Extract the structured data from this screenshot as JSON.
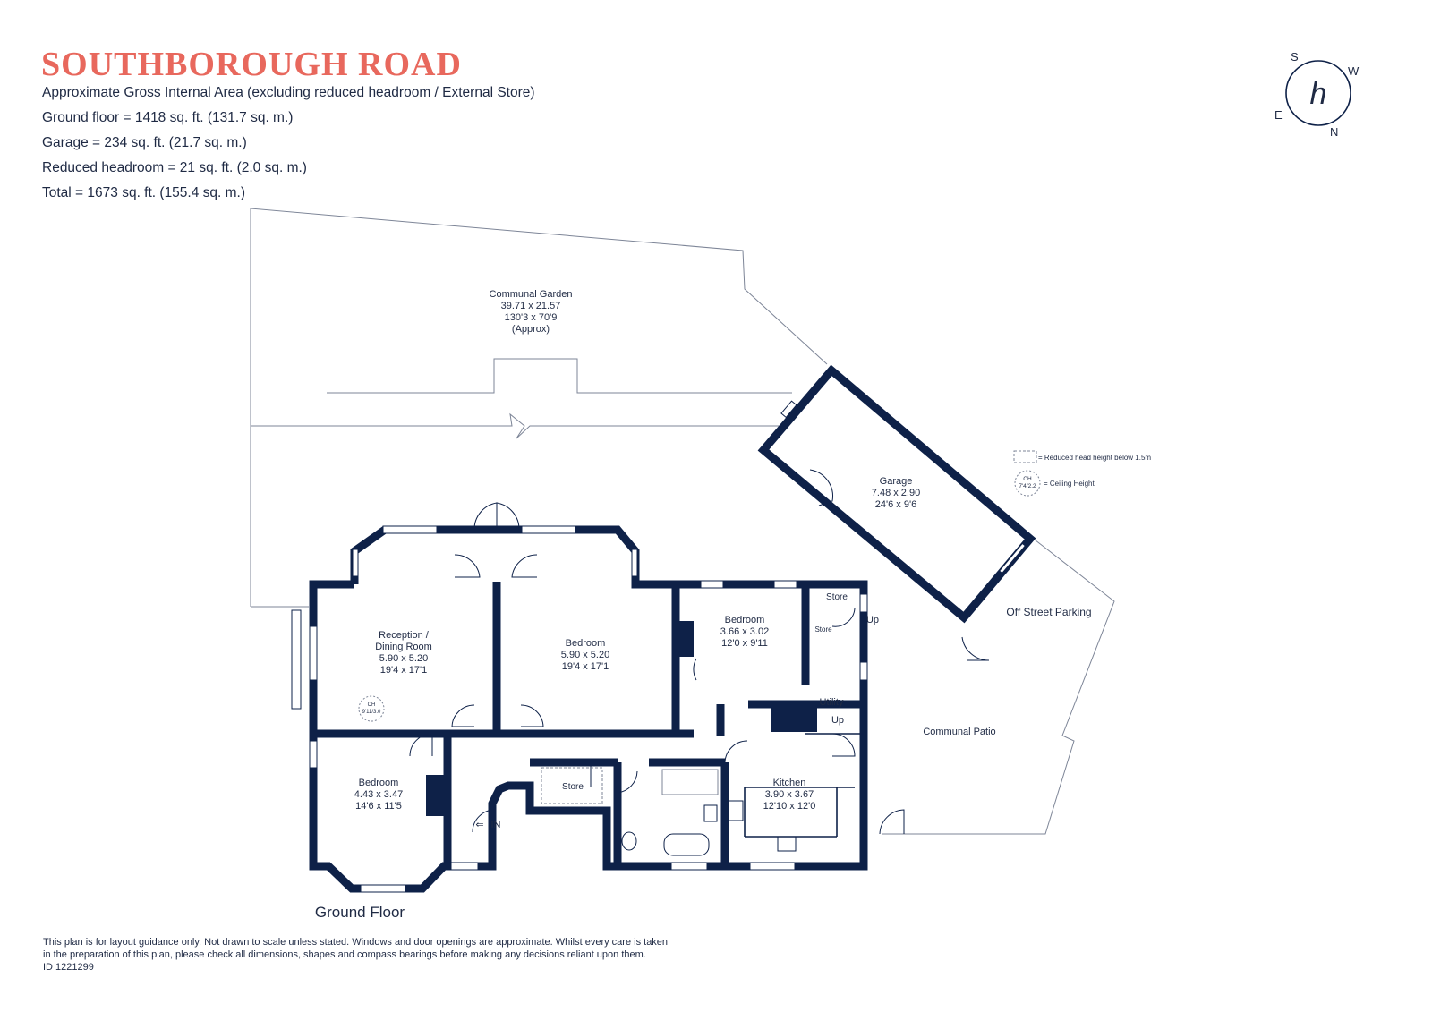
{
  "header": {
    "title": "SOUTHBOROUGH ROAD",
    "area_lines": [
      "Approximate Gross Internal Area (excluding reduced headroom / External Store)",
      "Ground floor = 1418 sq. ft. (131.7 sq. m.)",
      "Garage  = 234 sq. ft. (21.7 sq. m.)",
      "Reduced headroom = 21 sq. ft. (2.0 sq. m.)",
      "Total =  1673 sq. ft. (155.4 sq. m.)"
    ]
  },
  "compass": {
    "letters": [
      "S",
      "W",
      "E",
      "N"
    ],
    "logo_letter": "h"
  },
  "legend": {
    "reduced": "= Reduced head height below 1.5m",
    "ch_symbol": [
      "CH",
      "7'4/2.2"
    ],
    "ceiling": "= Ceiling Height"
  },
  "rooms": {
    "garden": [
      "Communal Garden",
      "39.71 x 21.57",
      "130'3 x 70'9",
      "(Approx)"
    ],
    "garage": [
      "Garage",
      "7.48 x 2.90",
      "24'6 x 9'6"
    ],
    "parking": [
      "Off Street Parking"
    ],
    "patio": [
      "Communal Patio"
    ],
    "reception": [
      "Reception /",
      "Dining Room",
      "5.90 x 5.20",
      "19'4 x 17'1"
    ],
    "reception_ch": [
      "CH",
      "9'11/3.0"
    ],
    "bedroom_mid": [
      "Bedroom",
      "5.90 x 5.20",
      "19'4 x 17'1"
    ],
    "bedroom_ne": [
      "Bedroom",
      "3.66 x 3.02",
      "12'0 x 9'11"
    ],
    "bedroom_sw": [
      "Bedroom",
      "4.43 x 3.47",
      "14'6 x 11'5"
    ],
    "kitchen": [
      "Kitchen",
      "3.90 x 3.67",
      "12'10 x 12'0"
    ],
    "store_top": [
      "Store"
    ],
    "store_small": [
      "Store"
    ],
    "store_hall": [
      "Store"
    ],
    "utility": [
      "Utility"
    ],
    "up1": [
      "Up"
    ],
    "up2": [
      "Up"
    ],
    "entrance": [
      "IN"
    ]
  },
  "floor_label": "Ground Floor",
  "footer": [
    "This plan is for layout guidance only. Not drawn to scale unless stated. Windows and door openings are approximate. Whilst every care is taken",
    "in the preparation of this plan, please check all dimensions, shapes and compass bearings before making any decisions reliant upon them.",
    "ID 1221299"
  ],
  "colors": {
    "accent": "#e8685d",
    "wall": "#0e2148",
    "text": "#1f2a44"
  }
}
